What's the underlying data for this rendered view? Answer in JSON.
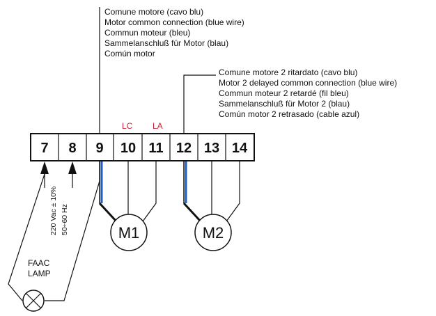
{
  "motor1_common": {
    "lines": [
      "Comune motore (cavo blu)",
      "Motor common connection (blue wire)",
      "Commun moteur (bleu)",
      "Sammelanschluß für Motor (blau)",
      "Común motor"
    ]
  },
  "motor2_common": {
    "lines": [
      "Comune motore 2 ritardato (cavo blu)",
      "Motor 2 delayed common connection (blue wire)",
      "Commun moteur 2 retardé (fil bleu)",
      "Sammelanschluß für Motor 2 (blau)",
      "Común motor 2 retrasado (cable azul)"
    ]
  },
  "terminals": [
    "7",
    "8",
    "9",
    "10",
    "11",
    "12",
    "13",
    "14"
  ],
  "terminal_tags": {
    "lc": "LC",
    "la": "LA"
  },
  "motors": {
    "m1": "M1",
    "m2": "M2"
  },
  "power": {
    "voltage": "220 Vac ± 10%",
    "frequency": "50÷60 Hz"
  },
  "lamp": {
    "line1": "FAAC",
    "line2": "LAMP"
  },
  "colors": {
    "blue_wire": "#1f5fbf",
    "tag_red": "#c8203a",
    "ink": "#111111"
  }
}
